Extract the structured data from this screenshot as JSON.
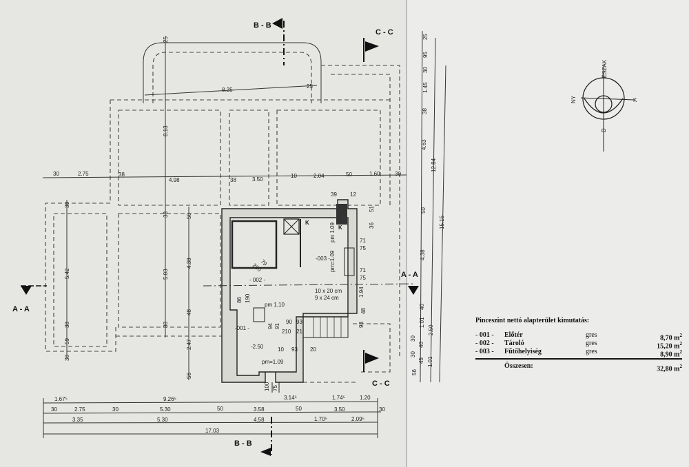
{
  "section_marks": {
    "bb_top": "B - B",
    "bb_bottom": "B - B",
    "cc_top": "C - C",
    "cc_bottom": "C - C",
    "aa_left": "A - A",
    "aa_right": "A - A"
  },
  "compass": {
    "north": "ÉSZAK",
    "west": "NY",
    "east": "K",
    "south": "D"
  },
  "rooms": {
    "r001": "-001 -",
    "r002": "- 002 -",
    "r003": "-003 -"
  },
  "annotations": {
    "pm110": "pm 1.10",
    "pm109": "pm=1.09",
    "pm109b": "pm=1.09",
    "pm109c": "pm 1.09",
    "tile1": "10 x 20 cm",
    "tile2": "9 x 24 cm",
    "level": "-2.50",
    "k1": "K",
    "k2": "K",
    "d86": "86",
    "d190": "190",
    "d79": "79",
    "d200": "200",
    "d90": "90",
    "d93": "93",
    "d210": "210",
    "d21": "21",
    "d10": "10",
    "d93b": "93",
    "d20": "20",
    "d71a": "71",
    "d75a": "75",
    "d71b": "71",
    "d75b": "75",
    "d39": "39",
    "d12": "12",
    "d51": "51",
    "d36": "36",
    "d194": "1.94",
    "d93c": "93",
    "d48": "48",
    "d100": "100",
    "d75c": "75",
    "d94": "94",
    "d91": "91"
  },
  "dims": {
    "top_row": [
      "30",
      "2.75",
      "38",
      "4.98",
      "38",
      "3.50",
      "10",
      "2.04",
      "50",
      "1.60",
      "30"
    ],
    "terrace": {
      "width": "8.25",
      "r1": "25",
      "r2": "25",
      "depth": "8.13"
    },
    "left_col": [
      "30",
      "5.42",
      "38",
      "59",
      "30"
    ],
    "col2": [
      "38",
      "5.03",
      "38"
    ],
    "col3": [
      "50",
      "4.38",
      "48",
      "2.47",
      "56"
    ],
    "right_col1": [
      "25",
      "95",
      "30",
      "1.45",
      "38",
      "4.63",
      "50",
      "4.38",
      "40",
      "1.01",
      "30",
      "40",
      "30",
      "45",
      "56"
    ],
    "right_col2": [
      "12.84",
      "2.50",
      "1.01"
    ],
    "right_col3": [
      "15.15"
    ],
    "bottom_row1": [
      "1.67⁵",
      "9.26⁵",
      "3.14⁵",
      "1.74⁵",
      "1.20"
    ],
    "bottom_row2": [
      "30",
      "2.75",
      "30",
      "5.30",
      "50",
      "3.58",
      "50",
      "3.50",
      "30"
    ],
    "bottom_row3": [
      "3.35",
      "5.30",
      "4.58",
      "1.70⁵",
      "2.09⁵"
    ],
    "bottom_row4": [
      "17.03"
    ]
  },
  "area_table": {
    "title": "Pinceszint nettó alapterület kimutatás:",
    "rows": [
      {
        "code": "- 001 -",
        "name": "Előtér",
        "floor": "gres",
        "area": "8,70 m",
        "unit": "2"
      },
      {
        "code": "- 002 -",
        "name": "Tároló",
        "floor": "gres",
        "area": "15,20 m",
        "unit": "2"
      },
      {
        "code": "- 003 -",
        "name": "Fűtőhelyiség",
        "floor": "gres",
        "area": "8,90 m",
        "unit": "2"
      }
    ],
    "total_label": "Összesen:",
    "total": "32,80 m",
    "total_unit": "2"
  }
}
